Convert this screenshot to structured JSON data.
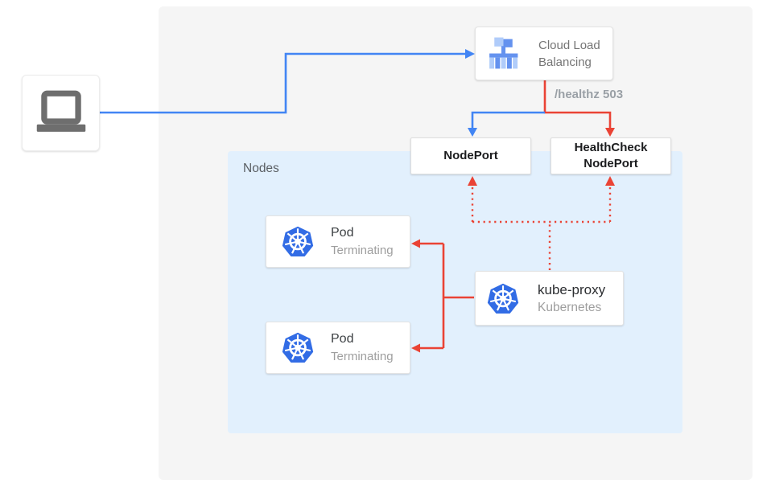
{
  "colors": {
    "blue": "#4285f4",
    "red": "#ea4335",
    "k8s": "#326ce5",
    "lbD": "#6492ef",
    "lbL": "#b0ccfa",
    "nodesbg": "#e2f0fd",
    "backdrop": "#f5f5f5"
  },
  "icons": {
    "client": "laptop-icon",
    "load_balancer": "cloud-load-balancing-icon",
    "workload": "kubernetes-helm-icon"
  },
  "cloud_lb": {
    "label": "Cloud Load Balancing"
  },
  "health_check_path": "/healthz 503",
  "nodeport_label": "NodePort",
  "healthcheck_nodeport_label": "HealthCheck NodePort",
  "nodes_label": "Nodes",
  "pods": [
    {
      "title": "Pod",
      "status": "Terminating"
    },
    {
      "title": "Pod",
      "status": "Terminating"
    }
  ],
  "kube_proxy": {
    "title": "kube-proxy",
    "subtitle": "Kubernetes"
  }
}
